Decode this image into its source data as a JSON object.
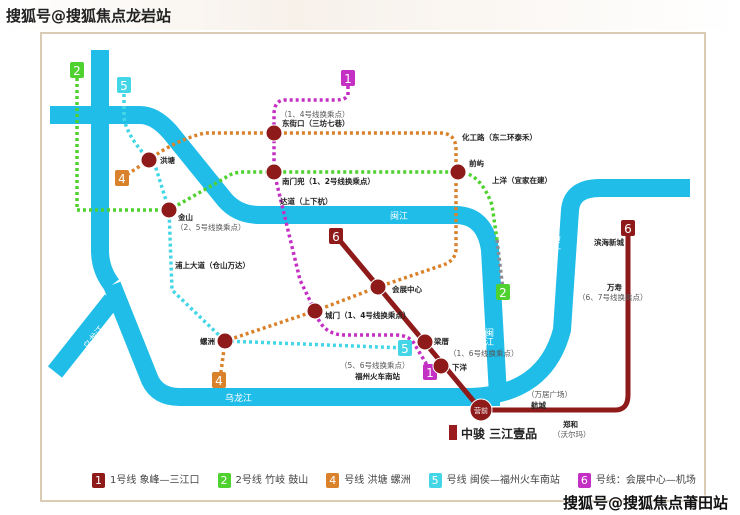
{
  "watermark_top": "搜狐号@搜狐焦点龙岩站",
  "watermark_bottom": "搜狐号@搜狐焦点莆田站",
  "colors": {
    "line1": "#c42fc4",
    "line2": "#4fd12f",
    "line4": "#d9822b",
    "line5": "#44d6e6",
    "line6": "#8e1a1a",
    "river": "#1fbde8"
  },
  "rivers": {
    "minjiang_1": "闽江",
    "minjiang_2": "闽江",
    "majiang": "马江",
    "wulongjiang": "乌龙江",
    "wulong_left": "乌龙江"
  },
  "badges": {
    "l1": "1",
    "l2": "2",
    "l4": "4",
    "l5": "5",
    "l6": "6"
  },
  "stations": {
    "hongtang": "洪塘",
    "dongjiekou_note": "（1、4号线换乘点）",
    "dongjiekou": "东街口（三坊七巷）",
    "nanmendou": "南门兜（1、2号线换乘点）",
    "dadao": "达道（上下杭）",
    "jinshan": "金山",
    "jinshan_note": "（2、5号线换乘点）",
    "pushang": "浦上大道（仓山万达）",
    "huagonglu": "化工路（东二环泰禾）",
    "qianyu": "前屿",
    "shangyang": "上洋（宜家在建）",
    "huizhan": "会展中心",
    "chengmen": "城门（1、4号线换乘点）",
    "luozhou": "螺洲",
    "huochezhan_note": "（5、6号线换乘点）",
    "huochezhan": "福州火车南站",
    "liangcuo": "梁厝",
    "xiayang_note": "（1、6号线换乘点）",
    "xiayang": "下洋",
    "yingqian": "营前",
    "wanda_note": "（万居广场）",
    "hangcheng": "航城",
    "binhai": "滨海新城",
    "wanshou": "万寿",
    "wanshou_note": "（6、7号线换乘点）",
    "zhenghe": "郑和",
    "zhenghe_note": "（沃尔玛）"
  },
  "project_logo": "中骏 三江壹品",
  "legend": [
    {
      "badge": "1",
      "text": "1号线  象峰—三江口"
    },
    {
      "badge": "2",
      "text": "2号线  竹岐  鼓山"
    },
    {
      "badge": "4",
      "text": "号线  洪塘  螺洲"
    },
    {
      "badge": "5",
      "text": "号线  闽侯—福州火车南站"
    },
    {
      "badge": "6",
      "text": "号线：会展中心—机场"
    }
  ]
}
